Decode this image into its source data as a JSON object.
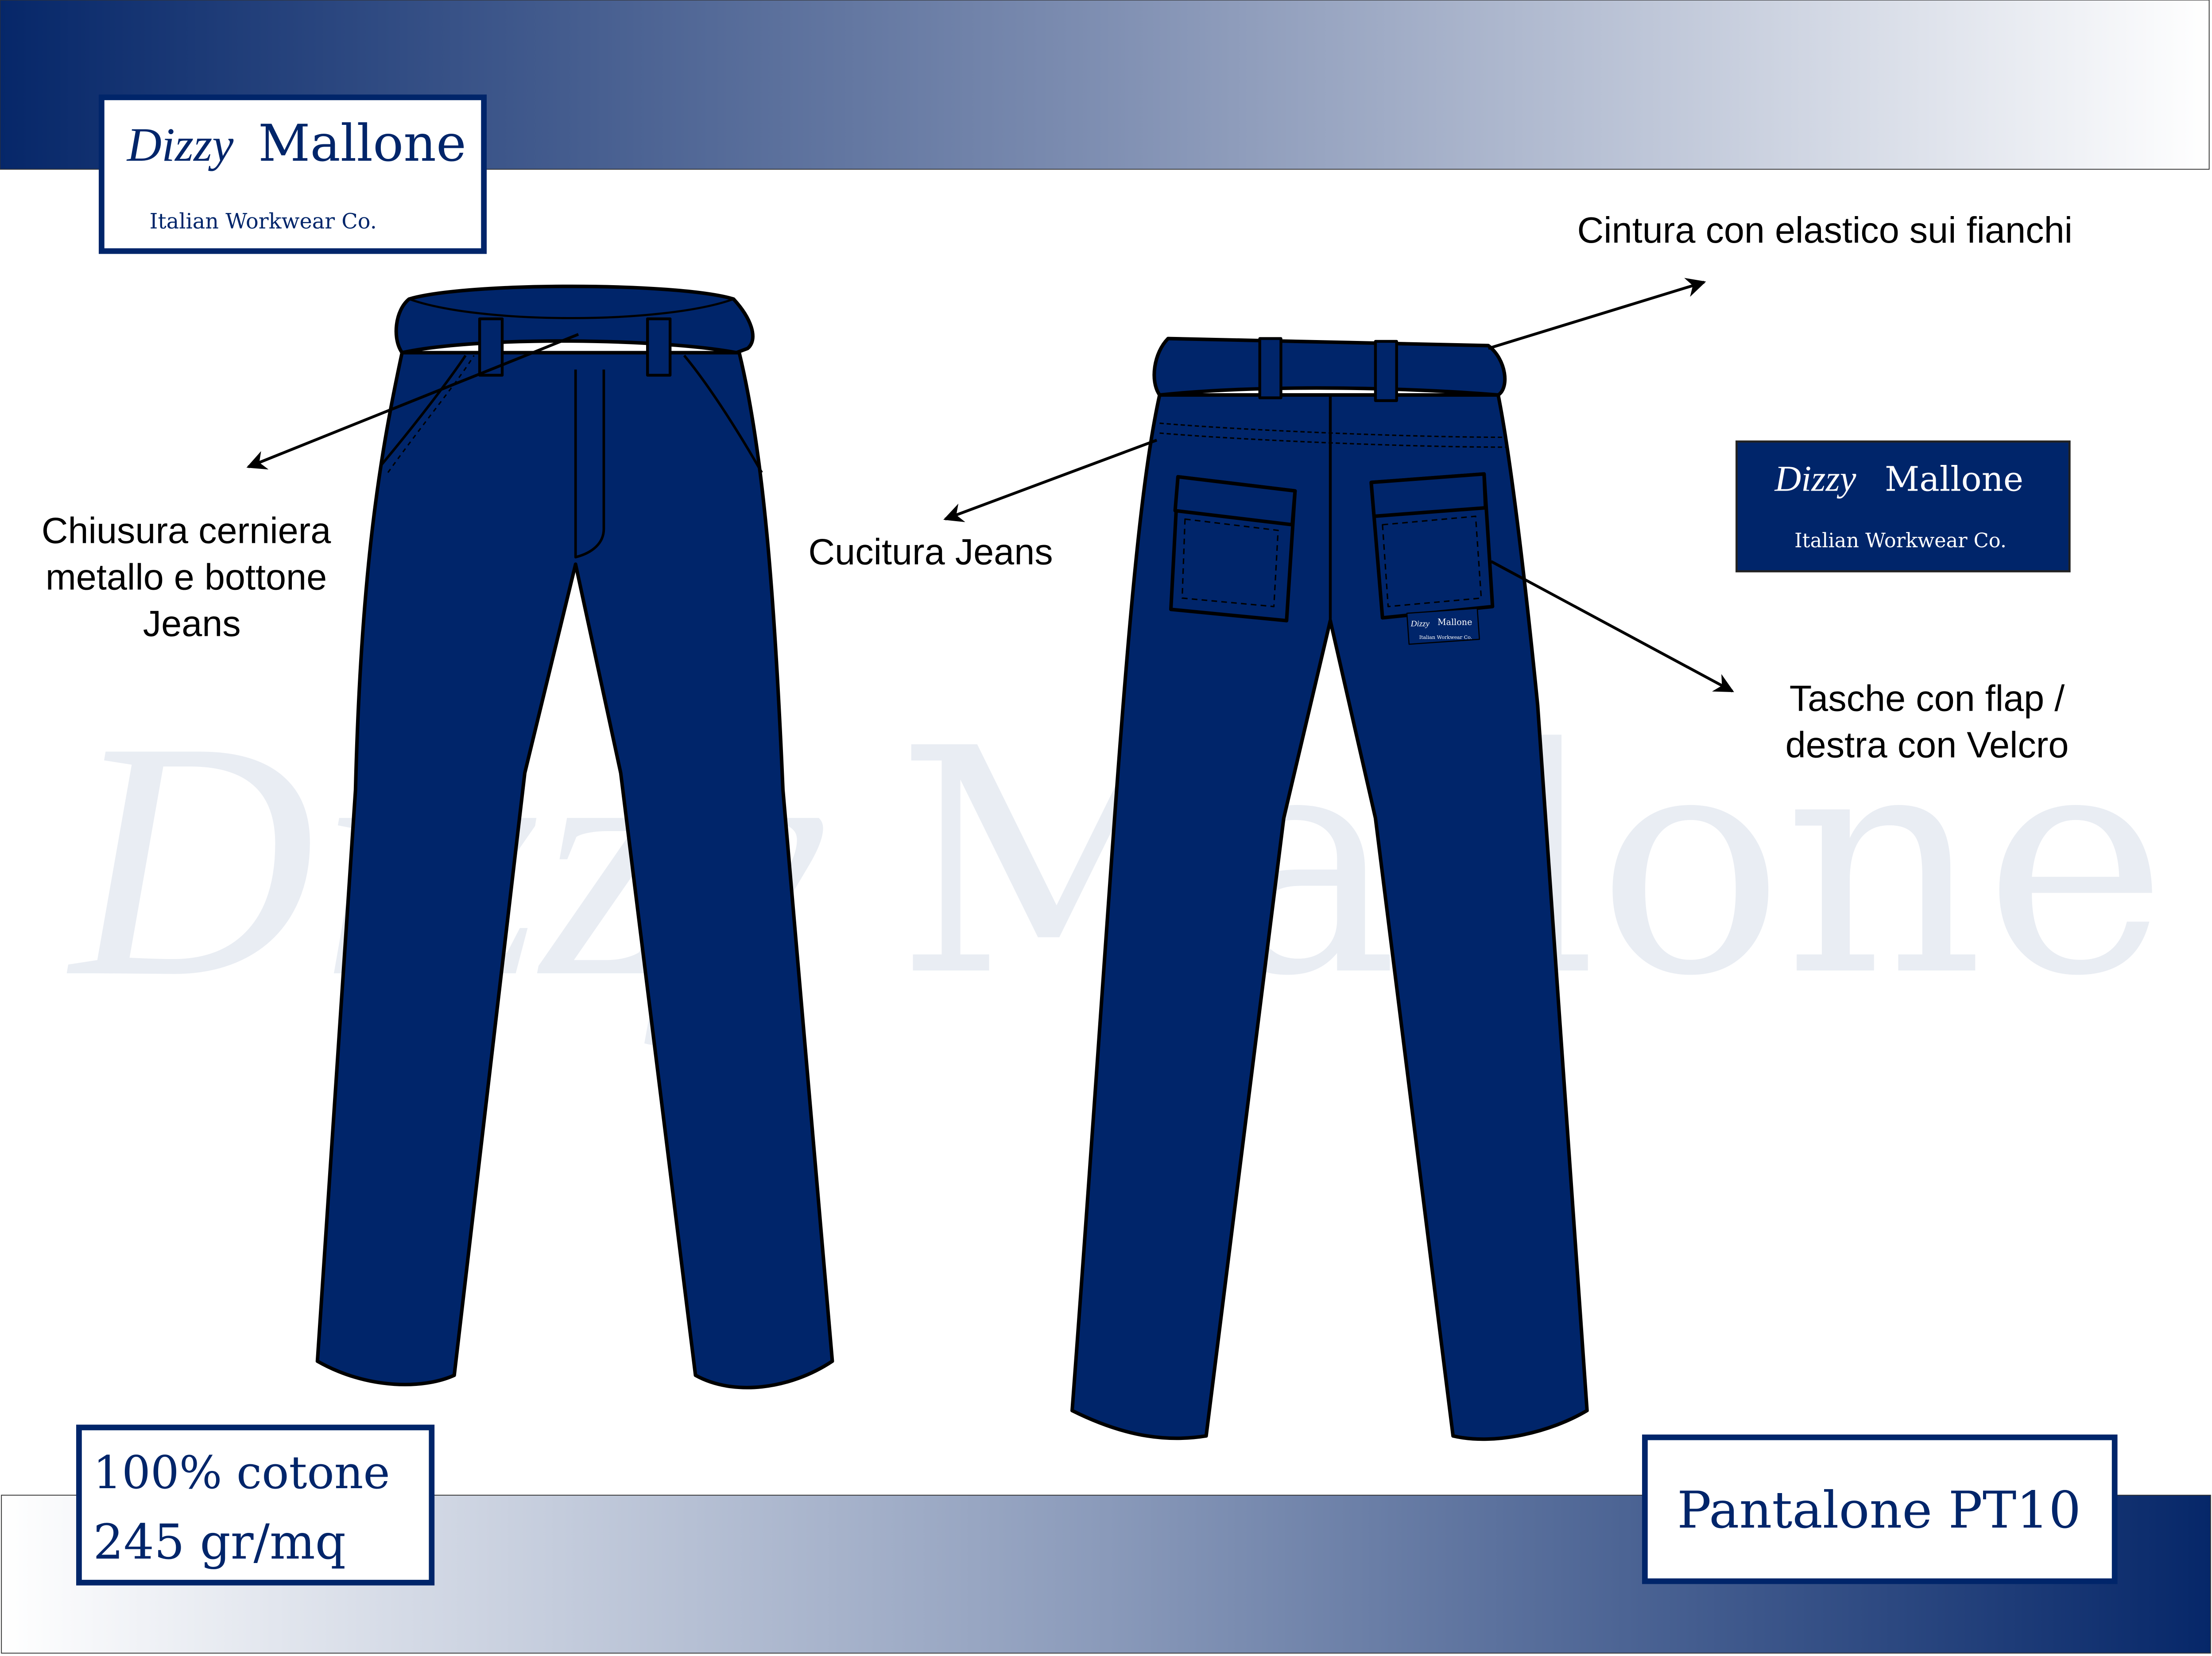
{
  "brand": {
    "script_name": "Dizzy",
    "name": "Mallone",
    "tagline": "Italian Workwear Co."
  },
  "watermark": {
    "script_name": "Dizzy",
    "name": "Mallone"
  },
  "annotations": {
    "zip": [
      "Chiusura cerniera",
      "metallo e bottone",
      "Jeans"
    ],
    "stitching": "Cucitura Jeans",
    "belt": "Cintura con elastico sui fianchi",
    "pockets": [
      "Tasche con flap /",
      "destra con Velcro"
    ]
  },
  "fabric": {
    "composition": "100% cotone",
    "weight": "245 gr/mq"
  },
  "product": {
    "title": "Pantalone PT10"
  },
  "colors": {
    "navy": "#00256a",
    "watermark": "#e9edf3"
  }
}
